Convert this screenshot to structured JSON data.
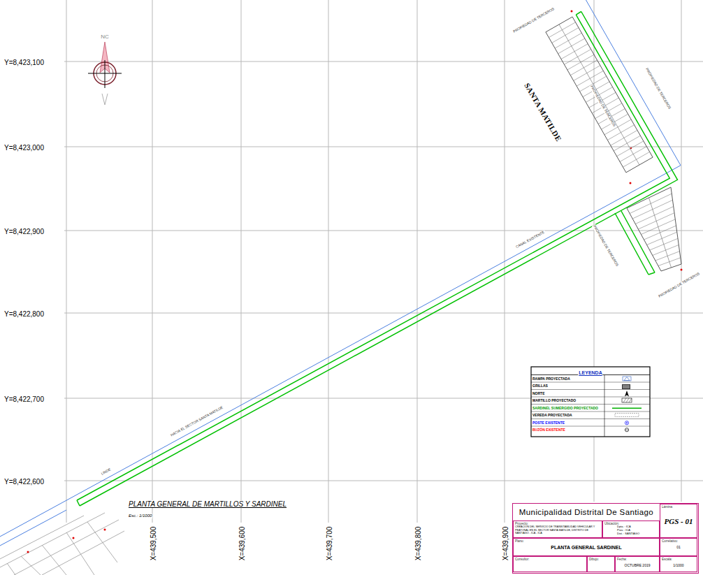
{
  "diagram": {
    "nodes": [
      {
        "text": [
          "Municipalidad Distrital De Santiago"
        ]
      },
      {
        "text": [
          "Lámina:",
          "PGS - 01"
        ],
        "in": 0
      },
      {
        "text": [
          "Proyecto:",
          "CREACIÓN DEL SERVICIO DE TRANSITABILIDAD VEHICULAR Y PEATONAL EN EL SECTOR SANTA MATILDE, DISTRITO DE SANTIAGO - ICA - ICA"
        ],
        "in": 0
      },
      {
        "text": [
          "Ubicación:",
          "Dpto. : ICA",
          "Prov. : ICA",
          "Dist. : SANTIAGO"
        ],
        "in": 0
      },
      {
        "text": [
          "Plano:",
          "PLANTA GENERAL SARDINEL"
        ],
        "in": 0
      },
      {
        "text": [
          "Correlativo:",
          "01"
        ],
        "in": 0
      },
      {
        "text": [
          "Consultor:"
        ],
        "in": 0
      },
      {
        "text": [
          "Dibujo:"
        ],
        "in": 0
      },
      {
        "text": [
          "Fecha:",
          "OCTUBRE 2019"
        ],
        "in": 0
      },
      {
        "text": [
          "Escala:",
          "1/1000"
        ],
        "in": 0
      }
    ],
    "labels": [
      "NC",
      "Y=8,423,100",
      "Y=8,423,000",
      "Y=8,422,900",
      "Y=8,422,800",
      "Y=8,422,700",
      "Y=8,422,600",
      "X=439,500",
      "X=439,600",
      "X=439,700",
      "X=439,800",
      "X=439,900",
      "PROPIEDAD DE TERCEROS",
      "PROPIEDAD DE TERCEROS",
      "SANTA MATILDE",
      "PROPIEDAD DE TERCEROS",
      "CANAL EXISTENTE",
      "PROPIEDAD DE TERCEROS",
      "PROPIEDAD DE TERCEROS",
      "HACIA EL SECTOR SANTA MATILDE",
      "LINDE",
      "LEYENDA",
      "PLANTA GENERAL DE MARTILLOS Y SARDINEL",
      "Esc.: 1/1000"
    ],
    "legend": [
      {
        "text": "RAMPA PROYECTADA"
      },
      {
        "text": "GRILLAS",
        "color": "#808080"
      },
      {
        "text": "NORTE"
      },
      {
        "text": "MARTILLO PROYECTADO"
      },
      {
        "text": "SARDINEL SUMERGIDO PROYECTADO"
      },
      {
        "text": "VEREDA PROYECTADA"
      },
      {
        "text": "POSTE EXISTENTE"
      },
      {
        "text": "BUZÓN EXISTENTE"
      }
    ]
  }
}
